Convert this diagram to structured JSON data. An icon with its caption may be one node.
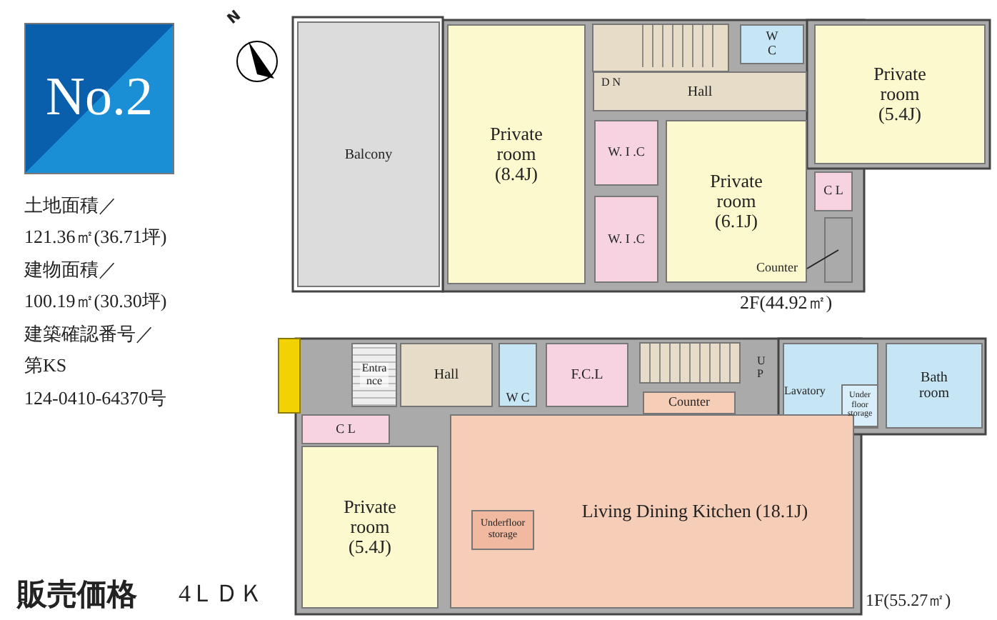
{
  "diagram": {
    "nodes": [
      {
        "text": [
          "No.2"
        ]
      },
      {
        "text": [
          "Balcony"
        ]
      },
      {
        "text": [
          "Private room (8.4J)"
        ]
      },
      {
        "text": [
          "Hall"
        ]
      },
      {
        "text": [
          "W C"
        ]
      },
      {
        "text": [
          "Private room (5.4J)"
        ]
      },
      {
        "text": [
          "W. I .C"
        ]
      },
      {
        "text": [
          "Private room (6.1J)"
        ]
      },
      {
        "text": [
          "C L"
        ]
      },
      {
        "text": [
          "W. I .C"
        ]
      },
      {
        "text": [
          "Counter"
        ],
        "in": 7
      },
      {
        "text": [],
        "shape": "box"
      },
      {
        "text": [
          "Entrance"
        ]
      },
      {
        "text": [
          "Hall"
        ]
      },
      {
        "text": [
          "W C"
        ]
      },
      {
        "text": [
          "F.C.L"
        ]
      },
      {
        "text": [
          "Lavatory"
        ]
      },
      {
        "text": [
          "Bath room"
        ]
      },
      {
        "text": [
          "Counter"
        ]
      },
      {
        "text": [
          "C L"
        ]
      },
      {
        "text": [
          "Private room (5.4J)"
        ]
      },
      {
        "text": [
          "Living Dining Kitchen (18.1J)"
        ]
      },
      {
        "text": [
          "Underfloor storage"
        ],
        "in": 21
      },
      {
        "text": [
          "Under floor storage"
        ],
        "in": 16
      }
    ],
    "edges": [
      {
        "from": 10,
        "to": 11,
        "arrow": "none"
      }
    ],
    "labels": [
      "土地面積／",
      "121.36㎡(36.71坪)",
      "建物面積／",
      "100.19㎡(30.30坪)",
      "建築確認番号／",
      "第KS",
      "124-0410-64370号",
      "販売価格",
      "4ＬＤＫ",
      "N",
      "D N",
      "U P",
      "2F(44.92㎡)",
      "1F(55.27㎡)"
    ]
  }
}
